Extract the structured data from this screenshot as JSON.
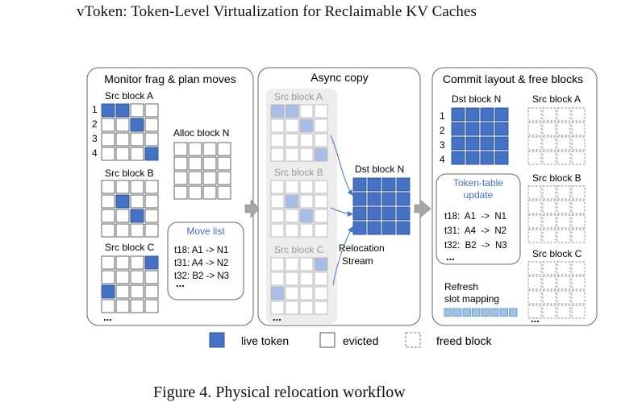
{
  "page": {
    "title": "vToken: Token-Level Virtualization for Reclaimable KV Caches",
    "caption": "Figure 4. Physical relocation workflow"
  },
  "colors": {
    "live": "#4472C4",
    "live_border": "#2F528F",
    "faded": "#A9BEE6",
    "panel_border": "#666666",
    "arrow": "#A6A6A6",
    "stream": "#4472C4",
    "note_text": "#4472C4",
    "async_bg": "#EDEDED"
  },
  "panel1": {
    "title": "Monitor frag & plan moves",
    "src_a_label": "Src block A",
    "row_labels": [
      "1",
      "2",
      "3",
      "4"
    ],
    "alloc_label": "Alloc block N",
    "src_b_label": "Src block B",
    "src_c_label": "Src block C",
    "ellipsis": "...",
    "move_list": {
      "title": "Move list",
      "lines": [
        "t18: A1 -> N1",
        "t31: A4 -> N2",
        "t32: B2 -> N3"
      ],
      "ellipsis": "..."
    }
  },
  "panel2": {
    "title": "Async copy",
    "src_a_label": "Src block A",
    "src_b_label": "Src block B",
    "src_c_label": "Src block C",
    "dst_label": "Dst block N",
    "stream_label_1": "Relocation",
    "stream_label_2": "Stream",
    "ellipsis": "..."
  },
  "panel3": {
    "title": "Commit layout & free blocks",
    "dst_label": "Dst block N",
    "row_labels": [
      "1",
      "2",
      "3",
      "4"
    ],
    "token_table": {
      "title_1": "Token-table",
      "title_2": "update",
      "lines": [
        "t18:  A1  ->  N1",
        "t31:  A4  ->  N2",
        "t32:  B2  ->  N3"
      ],
      "ellipsis": "..."
    },
    "refresh_1": "Refresh",
    "refresh_2": "slot mapping",
    "src_a_label": "Src block A",
    "src_b_label": "Src block B",
    "src_c_label": "Src block C",
    "ellipsis": "..."
  },
  "legend": {
    "live": "live token",
    "evicted": "evicted",
    "freed": "freed block"
  }
}
